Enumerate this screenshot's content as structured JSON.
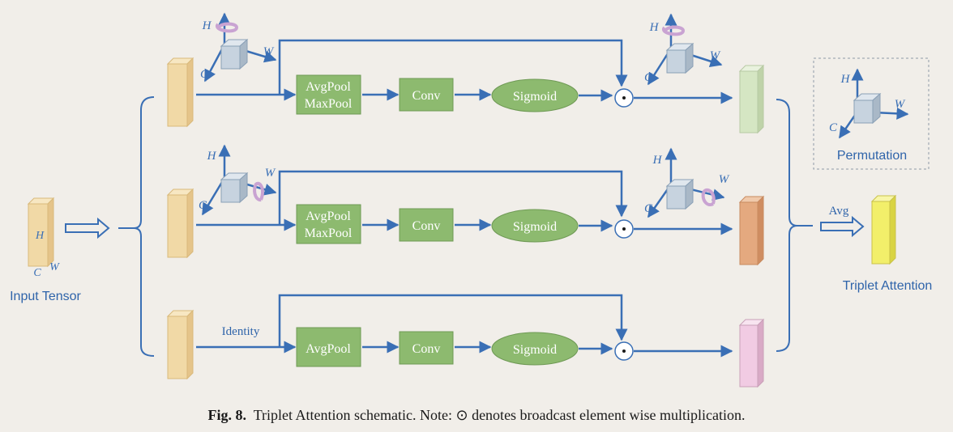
{
  "colors": {
    "arrow": "#3a6fb5",
    "box_fill": "#8dba6f",
    "box_border": "#6f9a55",
    "box_text": "#ffffff",
    "tensor_tan": "#f1d9a6",
    "tensor_green": "#d5e6c3",
    "tensor_orange": "#e4a97f",
    "tensor_pink": "#f1cbe3",
    "tensor_yellow": "#f2ef6a",
    "cube_face": "#c7d3df",
    "rotate_arrow": "#c9a3d2",
    "caption_text": "#1a1a1a",
    "sans_label": "#2f64aa"
  },
  "labels": {
    "input_tensor": "Input Tensor",
    "triplet_attention": "Triplet Attention",
    "permutation": "Permutation",
    "avg": "Avg",
    "identity": "Identity",
    "axis_h": "H",
    "axis_c": "C",
    "axis_w": "W",
    "odot": "⊙"
  },
  "branches": [
    {
      "pool_line1": "AvgPool",
      "pool_line2": "MaxPool",
      "conv": "Conv",
      "sigmoid": "Sigmoid"
    },
    {
      "pool_line1": "AvgPool",
      "pool_line2": "MaxPool",
      "conv": "Conv",
      "sigmoid": "Sigmoid"
    },
    {
      "pool_line1": "AvgPool",
      "pool_line2": "",
      "conv": "Conv",
      "sigmoid": "Sigmoid"
    }
  ],
  "caption": {
    "label": "Fig. 8.",
    "text": "Triplet Attention schematic. Note: ⊙ denotes broadcast element wise multiplication."
  }
}
